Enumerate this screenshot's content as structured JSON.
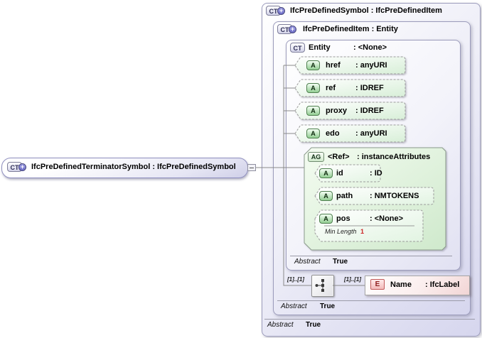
{
  "icons": {
    "plus": "+"
  },
  "root_node": {
    "badge": "CT",
    "label": "IfcPreDefinedTerminatorSymbol : IfcPreDefinedSymbol"
  },
  "symbol_box": {
    "badge": "CT",
    "title": "IfcPreDefinedSymbol : IfcPreDefinedItem",
    "abstract": {
      "label": "Abstract",
      "value": "True"
    }
  },
  "item_box": {
    "badge": "CT",
    "title": "IfcPreDefinedItem : Entity",
    "abstract": {
      "label": "Abstract",
      "value": "True"
    }
  },
  "entity_box": {
    "badge": "CT",
    "name": "Entity",
    "type": ": <None>",
    "abstract": {
      "label": "Abstract",
      "value": "True"
    },
    "attributes": [
      {
        "badge": "A",
        "name": "href",
        "type": ": anyURI"
      },
      {
        "badge": "A",
        "name": "ref",
        "type": ": IDREF"
      },
      {
        "badge": "A",
        "name": "proxy",
        "type": ": IDREF"
      },
      {
        "badge": "A",
        "name": "edo",
        "type": ": anyURI"
      }
    ],
    "attribute_group": {
      "badge": "AG",
      "name": "<Ref>",
      "type": ": instanceAttributes",
      "attributes": [
        {
          "badge": "A",
          "name": "id",
          "type": ": ID"
        },
        {
          "badge": "A",
          "name": "path",
          "type": ": NMTOKENS"
        },
        {
          "badge": "A",
          "name": "pos",
          "type": ": <None>",
          "facet": {
            "label": "Min Length",
            "value": "1"
          }
        }
      ]
    }
  },
  "content_model": {
    "cardinality_left": "[1]..[1]",
    "cardinality_right": "[1]..[1]",
    "element": {
      "badge": "E",
      "name": "Name",
      "type": ": IfcLabel"
    }
  }
}
